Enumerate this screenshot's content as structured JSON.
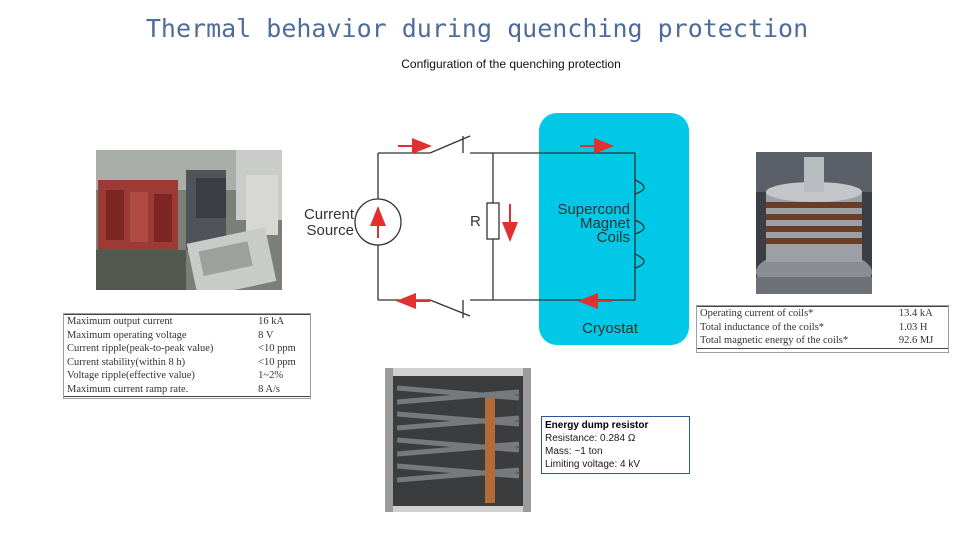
{
  "title": "Thermal behavior during quenching protection",
  "subtitle": "Configuration of the quenching protection",
  "circuit": {
    "source_label_1": "Current",
    "source_label_2": "Source",
    "resistor_label": "R",
    "coils_label_1": "Supercond",
    "coils_label_2": "Magnet",
    "coils_label_3": "Coils",
    "cryostat_label": "Cryostat",
    "colors": {
      "wire": "#333333",
      "arrow": "#e03030",
      "cryostat": "#00c8e6"
    }
  },
  "power_supply_table": {
    "rows": [
      {
        "label": "Maximum output current",
        "value": "16 kA"
      },
      {
        "label": "Maximum operating voltage",
        "value": "8 V"
      },
      {
        "label": "Current ripple(peak-to-peak value)",
        "value": "<10 ppm"
      },
      {
        "label": "Current stability(within 8 h)",
        "value": "<10 ppm"
      },
      {
        "label": "Voltage ripple(effective value)",
        "value": "1~2%"
      },
      {
        "label": "Maximum current ramp rate.",
        "value": "8 A/s"
      }
    ]
  },
  "coil_table": {
    "rows": [
      {
        "label": "Operating current of coils*",
        "value": "13.4 kA"
      },
      {
        "label": "Total inductance of the coils*",
        "value": "1.03 H"
      },
      {
        "label": "Total magnetic energy of the coils*",
        "value": "92.6 MJ"
      }
    ]
  },
  "dump_resistor": {
    "line1": "Energy dump resistor",
    "line2": "Resistance: 0.284 Ω",
    "line3": "Mass: ~1 ton",
    "line4": "Limiting voltage: 4 kV"
  }
}
